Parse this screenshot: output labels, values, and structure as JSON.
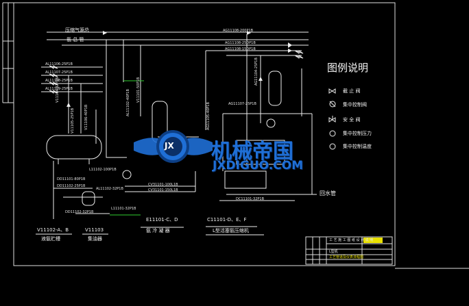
{
  "pipes": {
    "compressed_air": "压缩气源总",
    "header_main": "氢 总 管",
    "ag1": "AG11108-200P1B",
    "ag2": "AG11108-25DP1B",
    "ag3": "AG11108-15DP1B",
    "return_water": "回水管",
    "drain": "DC11101-32P1B"
  },
  "left_lines": [
    "AL11106-25P1B",
    "AL11107-25P1B",
    "AL11108-25P1B",
    "AL11109-25P1B"
  ],
  "left_mid": [
    "DD11101-80P1B",
    "DD11102-25P1B",
    "DD11102-32P1B",
    "AL11102-32P1B"
  ],
  "lower_lines": [
    "L11101-32P1B",
    "CV31101-100L1B",
    "CV31101-150L1B",
    "L11102-100P1B"
  ],
  "vertical_lines": [
    "V11104-32P1B",
    "V11105-25P1B",
    "V11106-40P1B",
    "AL11102-40P1B",
    "V11101-50P1B",
    "AG11104-25P1B",
    "AG11105-40P1B",
    "AG11107-25P1B"
  ],
  "equipment": [
    {
      "code": "V11102-A、B",
      "name": "液氨贮槽"
    },
    {
      "code": "V11103",
      "name": "集油器"
    },
    {
      "code": "E11101-C、D",
      "name": "氨 冷 凝 器"
    },
    {
      "code": "C11101-D、E、F",
      "name": "L型活塞氨压缩机"
    }
  ],
  "legend": {
    "title": "图例说明",
    "items": [
      {
        "icon": "gate-valve-icon",
        "label": "截 止 阀"
      },
      {
        "icon": "control-valve-icon",
        "label": "集中控制阀"
      },
      {
        "icon": "safety-valve-icon",
        "label": "安 全 阀"
      },
      {
        "icon": "pressure-indicator-icon",
        "label": "集中控制压力"
      },
      {
        "icon": "temperature-indicator-icon",
        "label": "集中控制温度"
      }
    ]
  },
  "title_block": {
    "title": "工 艺 施 工 图 纸 设 计 说 明",
    "label1": "L型机",
    "label2": "工艺管道及仪表流程图"
  },
  "watermark": {
    "main": "机械帝国",
    "sub": "JXDIGUO.COM",
    "logo": "JX"
  },
  "colors": {
    "background": "#000000",
    "line": "#f0f0f0",
    "accent_green": "#2fd12f",
    "accent_yellow": "#e8e000",
    "watermark_blue": "#1f6fd6"
  }
}
